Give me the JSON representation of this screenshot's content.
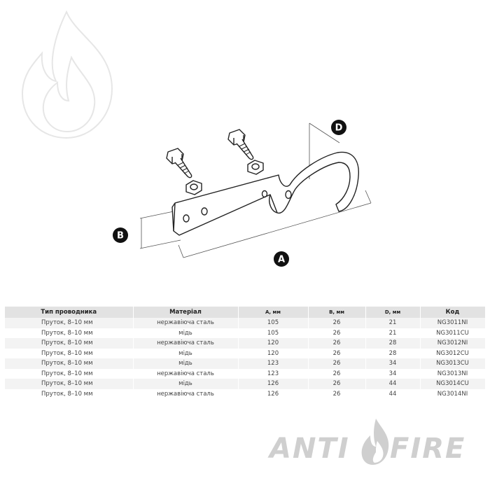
{
  "brand": {
    "logo_text_left": "ANTI",
    "logo_text_right": "FIRE",
    "watermark_color": "#cfcfcf"
  },
  "diagram": {
    "dimension_labels": {
      "a": "A",
      "b": "B",
      "d": "D"
    },
    "parts": [
      "bolt-left",
      "bolt-right",
      "nut-left",
      "nut-right",
      "strap-clamp"
    ]
  },
  "table": {
    "headers": [
      "Тип проводника",
      "Матеріал",
      "А, мм",
      "В, мм",
      "D, мм",
      "Код"
    ],
    "rows": [
      [
        "Пруток, 8–10 мм",
        "нержавіюча сталь",
        "105",
        "26",
        "21",
        "NG3011NI"
      ],
      [
        "Пруток, 8–10 мм",
        "мідь",
        "105",
        "26",
        "21",
        "NG3011CU"
      ],
      [
        "Пруток, 8–10 мм",
        "нержавіюча сталь",
        "120",
        "26",
        "28",
        "NG3012NI"
      ],
      [
        "Пруток, 8–10 мм",
        "мідь",
        "120",
        "26",
        "28",
        "NG3012CU"
      ],
      [
        "Пруток, 8–10 мм",
        "мідь",
        "123",
        "26",
        "34",
        "NG3013CU"
      ],
      [
        "Пруток, 8–10 мм",
        "нержавіюча сталь",
        "123",
        "26",
        "34",
        "NG3013NI"
      ],
      [
        "Пруток, 8–10 мм",
        "мідь",
        "126",
        "26",
        "44",
        "NG3014CU"
      ],
      [
        "Пруток, 8–10 мм",
        "нержавіюча сталь",
        "126",
        "26",
        "44",
        "NG3014NI"
      ]
    ]
  }
}
